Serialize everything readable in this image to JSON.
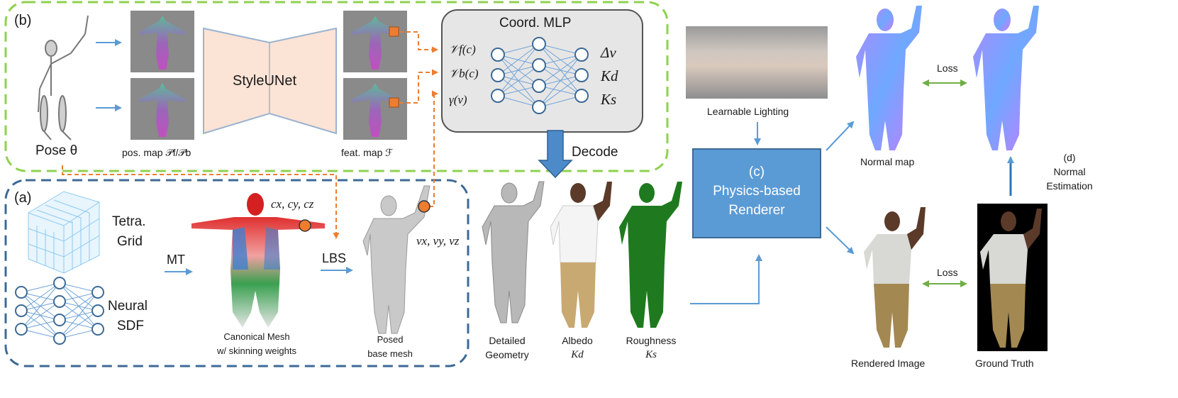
{
  "panels": {
    "b": "(b)",
    "a": "(a)",
    "c": "(c)",
    "d": "(d)"
  },
  "pose": {
    "label": "Pose θ"
  },
  "pos_map": {
    "label": "pos. map 𝒫f/𝒫b"
  },
  "unet": {
    "label": "StyleUNet"
  },
  "feat_map": {
    "label": "feat. map ℱ"
  },
  "mlp": {
    "title": "Coord. MLP",
    "inputs": [
      "𝒱f(c)",
      "𝒱b(c)",
      "γ(v)"
    ],
    "outputs": [
      "Δv",
      "Kd",
      "Ks"
    ]
  },
  "decode": {
    "label": "Decode"
  },
  "tetra": {
    "line1": "Tetra.",
    "line2": "Grid"
  },
  "neural": {
    "line1": "Neural",
    "line2": "SDF"
  },
  "mt": {
    "label": "MT"
  },
  "lbs": {
    "label": "LBS"
  },
  "canonical": {
    "coords": "cx, cy, cz",
    "line1": "Canonical Mesh",
    "line2": "w/ skinning weights"
  },
  "posed": {
    "coords": "vx, vy, vz",
    "line1": "Posed",
    "line2": "base mesh"
  },
  "outputs": [
    {
      "line1": "Detailed",
      "line2": "Geometry"
    },
    {
      "line1": "Albedo",
      "line2": "Kd"
    },
    {
      "line1": "Roughness",
      "line2": "Ks"
    }
  ],
  "lighting": {
    "label": "Learnable Lighting"
  },
  "renderer": {
    "line1": "(c)",
    "line2": "Physics-based",
    "line3": "Renderer"
  },
  "normal_map": {
    "label": "Normal map"
  },
  "rendered": {
    "label": "Rendered Image"
  },
  "ground_truth": {
    "label": "Ground Truth"
  },
  "loss_top": "Loss",
  "loss_bottom": "Loss",
  "normal_est": {
    "line1": "Normal",
    "line2": "Estimation"
  },
  "colors": {
    "green_dash": "#8fd14f",
    "blue_dash": "#3d6a96",
    "arrow_blue": "#5b9bd5",
    "orange": "#ed7d31",
    "unet_fill": "#fbe3d6",
    "mlp_fill": "#e7e6e6",
    "renderer_fill": "#5b9bd5",
    "loss_green": "#70ad47"
  }
}
